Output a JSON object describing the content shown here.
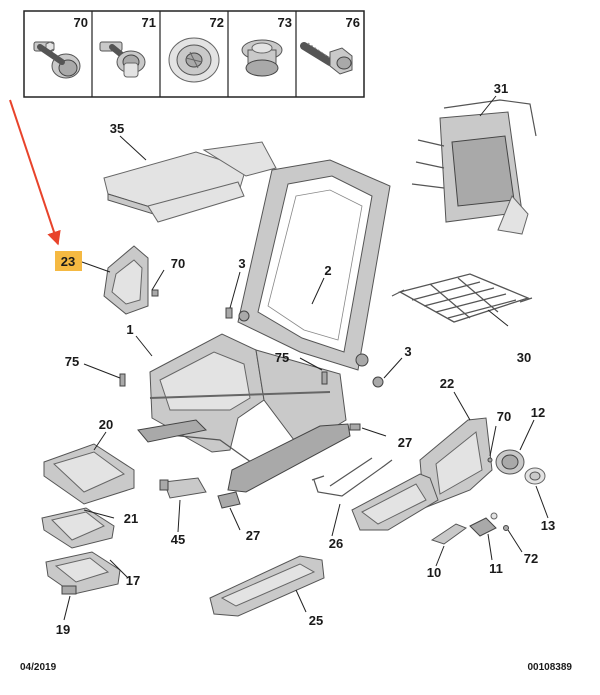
{
  "fastener_panel": {
    "cells": [
      {
        "ref": "70",
        "icon": "flange-bolt-icon"
      },
      {
        "ref": "71",
        "icon": "flange-nut-bolt-icon"
      },
      {
        "ref": "72",
        "icon": "rivet-nut-icon"
      },
      {
        "ref": "73",
        "icon": "flanged-nut-icon"
      },
      {
        "ref": "76",
        "icon": "hex-bolt-icon"
      }
    ]
  },
  "callouts": {
    "r1": "1",
    "r2": "2",
    "r3a": "3",
    "r3b": "3",
    "r10": "10",
    "r11": "11",
    "r12": "12",
    "r13": "13",
    "r17": "17",
    "r19": "19",
    "r20": "20",
    "r21": "21",
    "r22": "22",
    "r23": "23",
    "r25": "25",
    "r26": "26",
    "r27a": "27",
    "r27b": "27",
    "r30": "30",
    "r31": "31",
    "r35": "35",
    "r45": "45",
    "r70a": "70",
    "r70b": "70",
    "r72": "72",
    "r75a": "75",
    "r75b": "75"
  },
  "highlight": {
    "ref": "23",
    "color": "#f5b942",
    "arrow_color": "#e8432b"
  },
  "footer": {
    "date": "04/2019",
    "doc_number": "00108389"
  }
}
